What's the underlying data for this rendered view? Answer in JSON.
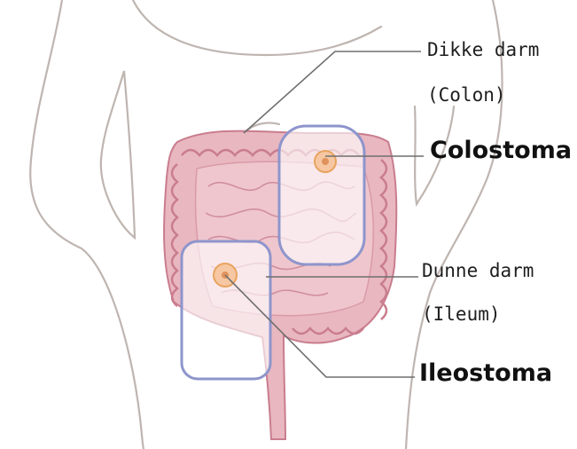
{
  "labels": {
    "colon_line1": "Dikke darm",
    "colon_line2": "(Colon)",
    "colostoma": "Colostoma",
    "ileum_line1": "Dunne darm",
    "ileum_line2": "(Ileum)",
    "ileostoma": "Ileostoma"
  },
  "colors": {
    "body_outline": "#bfb5b0",
    "intestine_fill": "#e9b7c0",
    "intestine_dark": "#c97d8e",
    "stoma_box": "#8e95cc",
    "stoma_ring": "#e8a45e",
    "leader_line": "#6f6f6f"
  }
}
